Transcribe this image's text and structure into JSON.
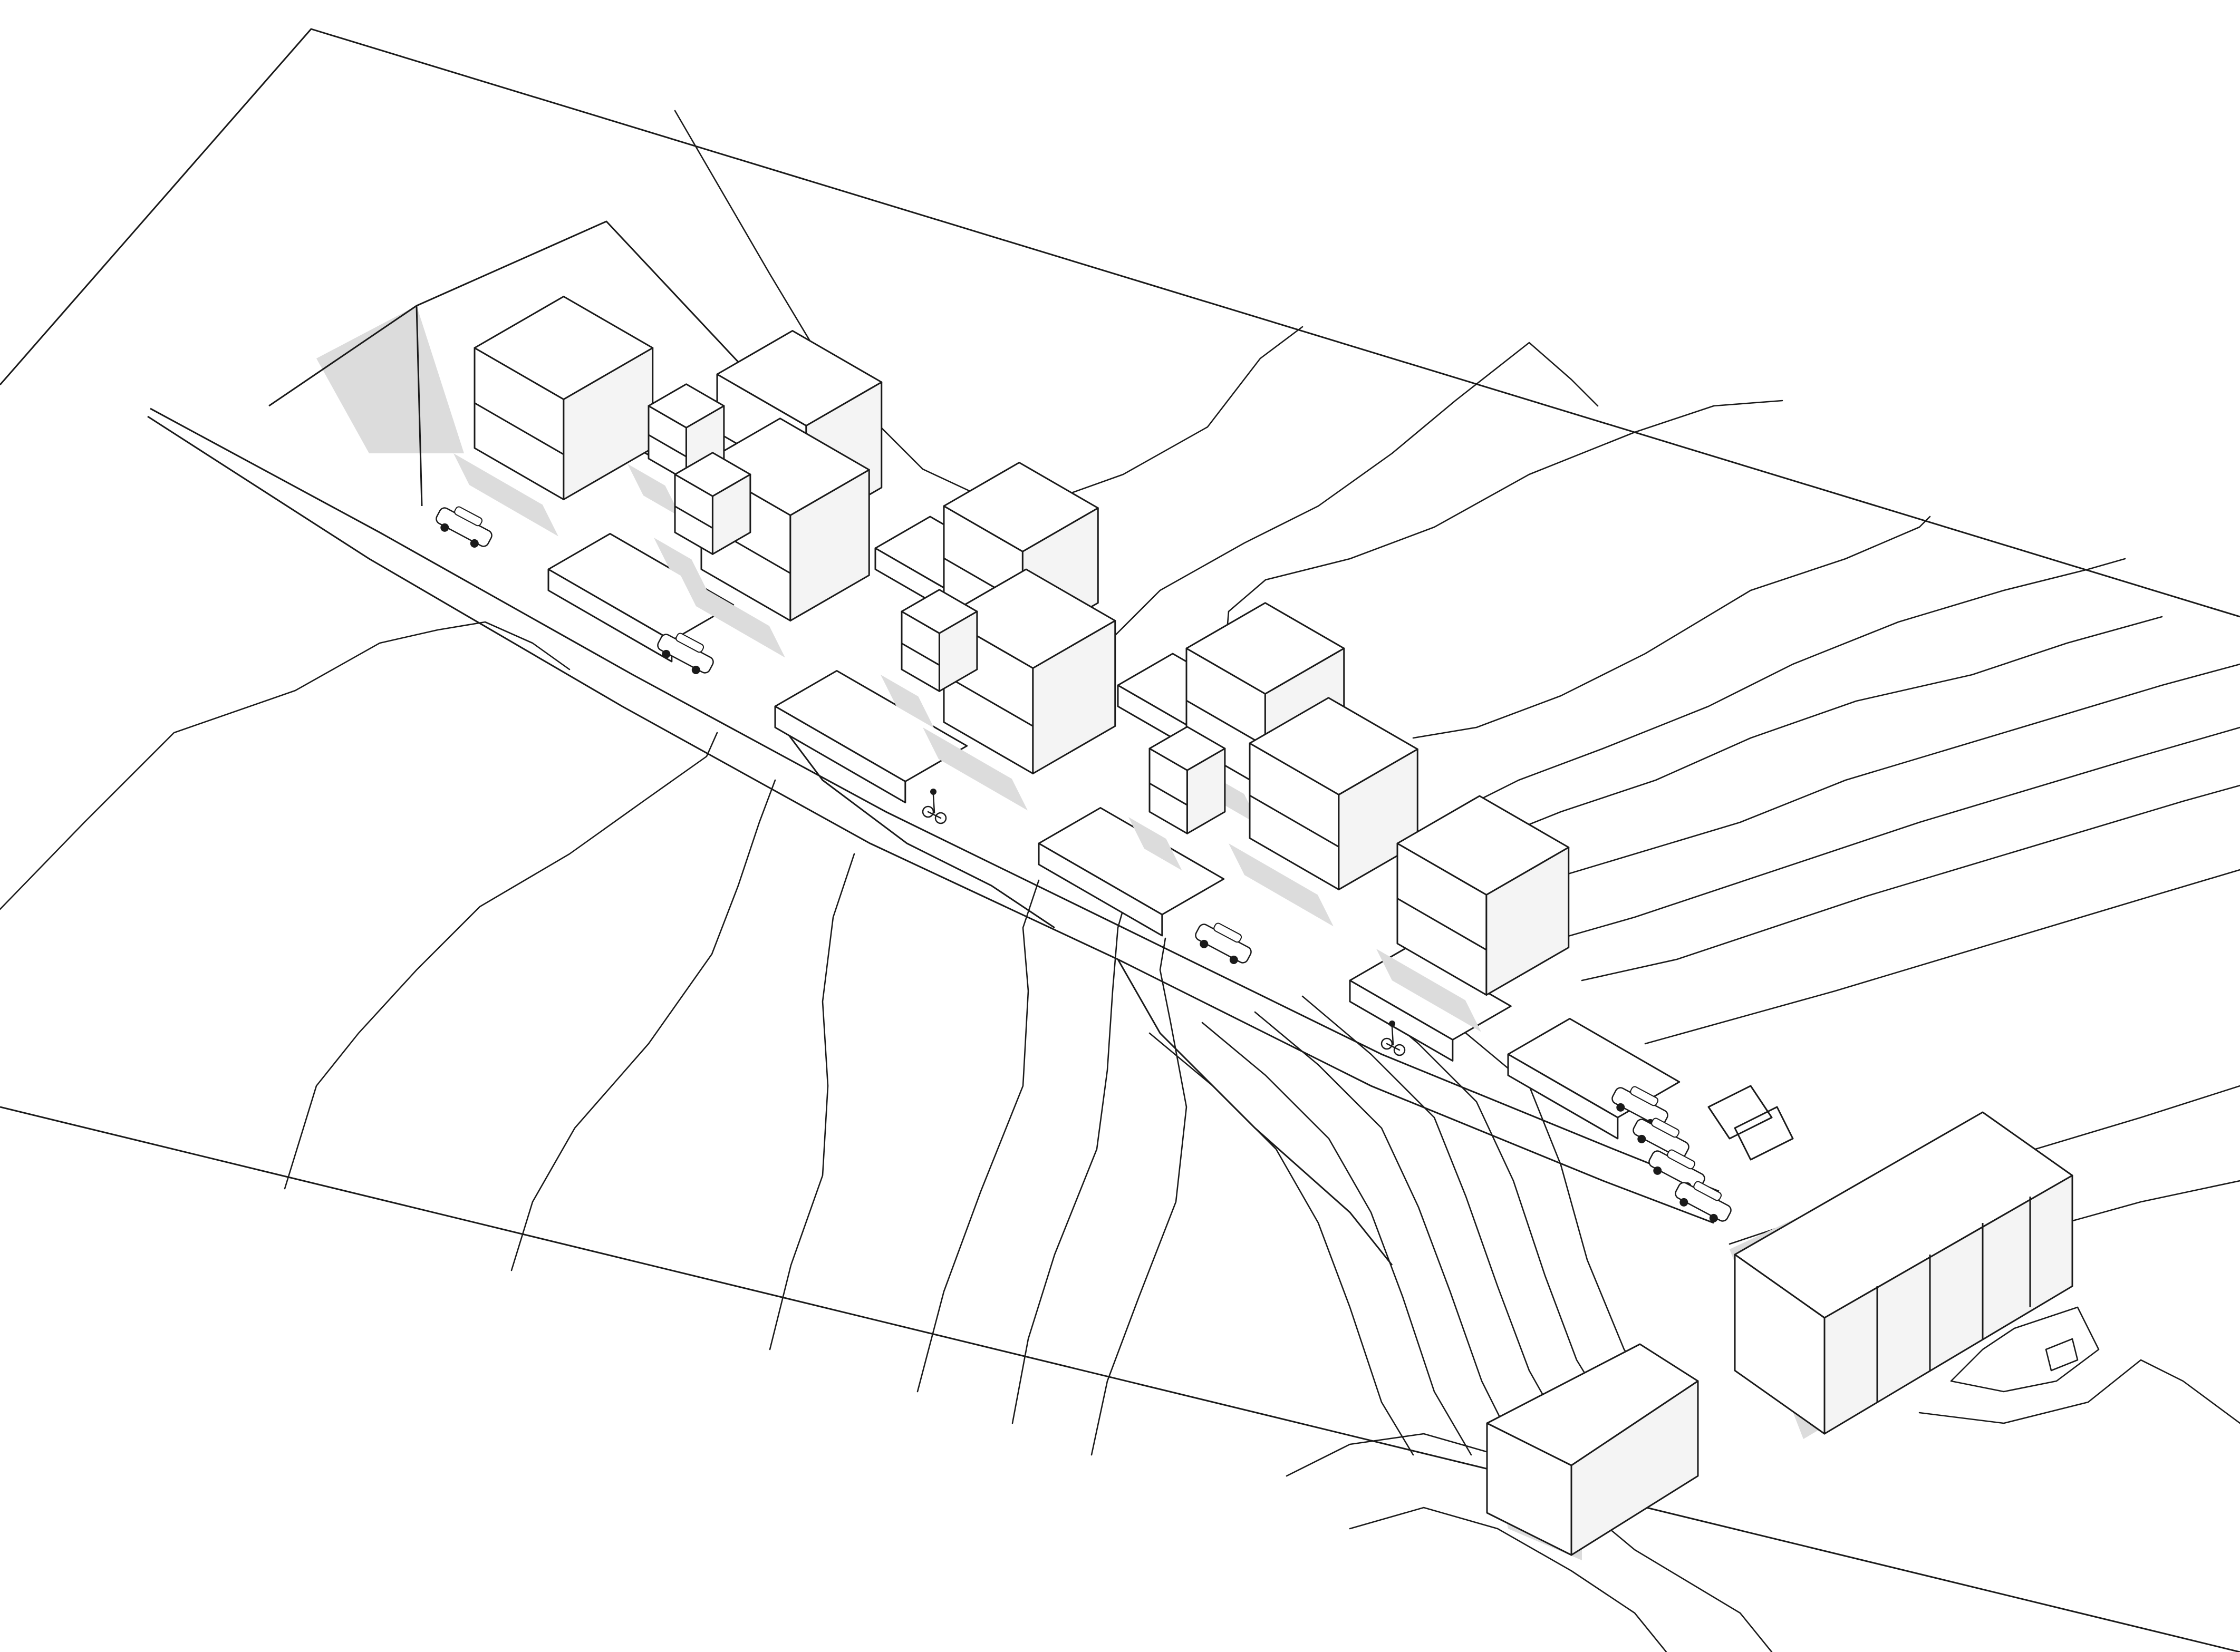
{
  "drawing": {
    "type": "axonometric site plan",
    "line_color": "#1a1a1a",
    "shadow_color": "#dcdcdc",
    "background": "#ffffff"
  },
  "elements": {
    "terraced_houses": 9,
    "large_blocks": 2,
    "parked_cars": 7,
    "cyclists": 2
  }
}
